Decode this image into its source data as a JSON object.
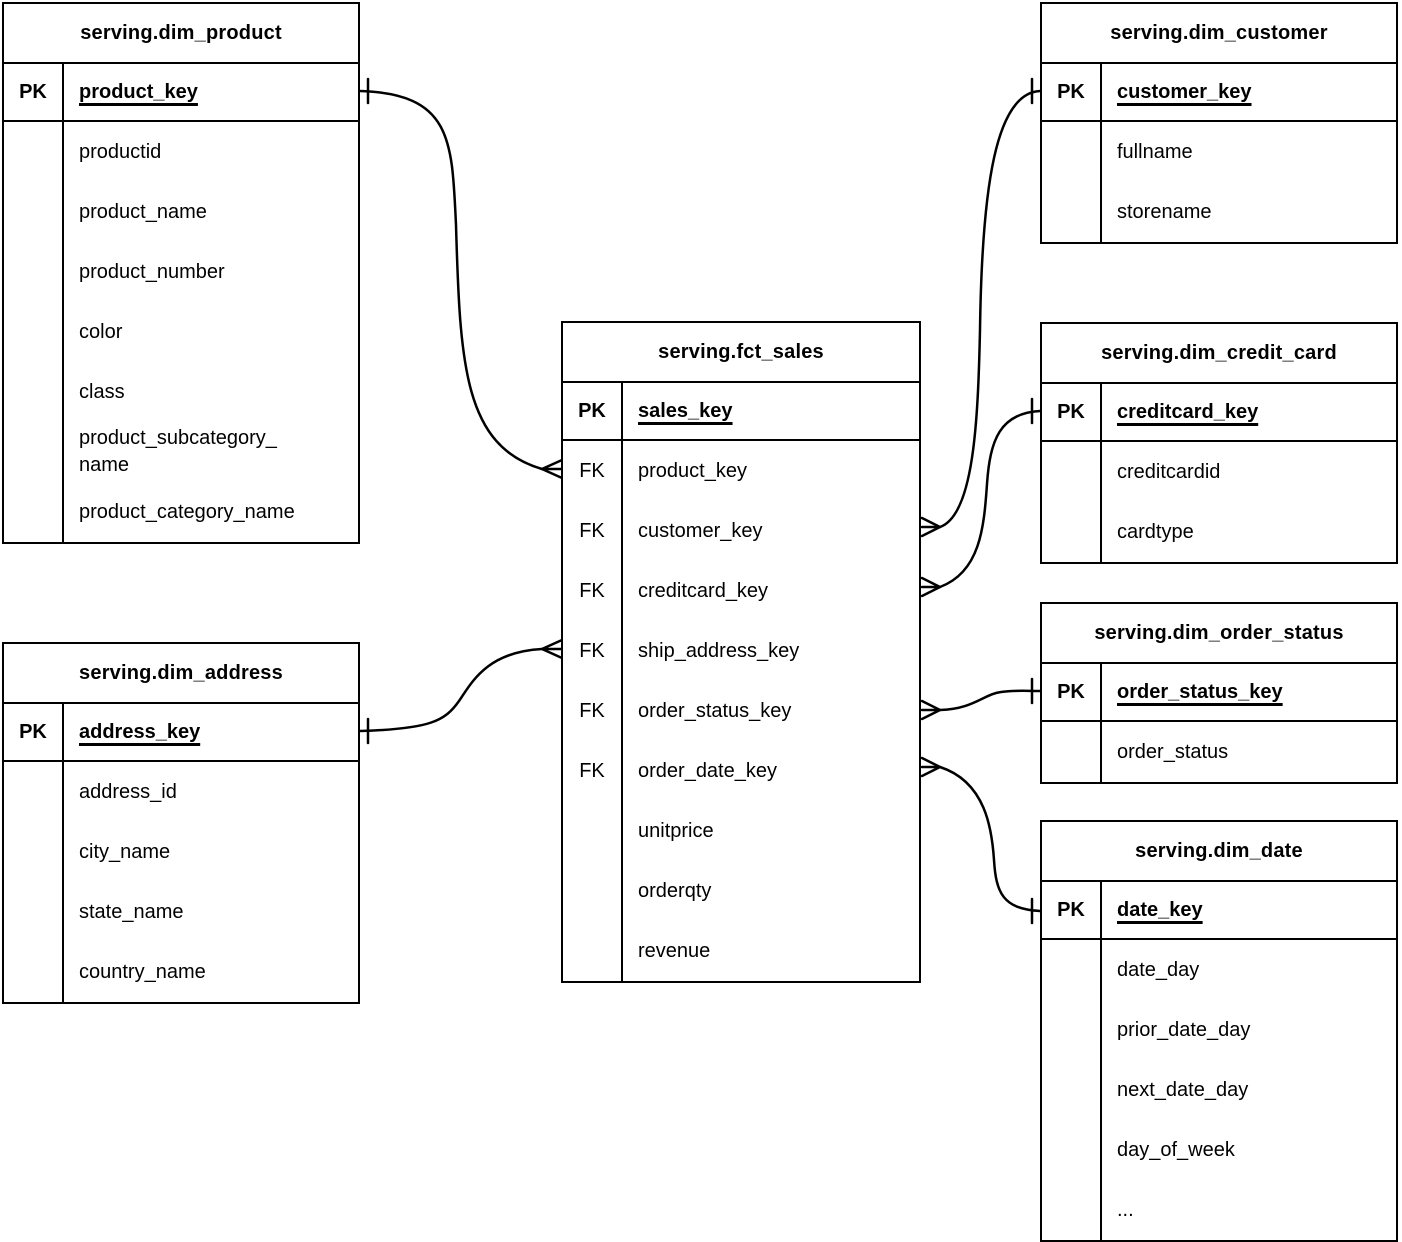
{
  "diagram": {
    "colors": {
      "background": "#ffffff",
      "line": "#000000",
      "text": "#000000"
    },
    "tables": {
      "dim_product": {
        "title": "serving.dim_product",
        "pk_tag": "PK",
        "pk": "product_key",
        "fields": [
          "productid",
          "product_name",
          "product_number",
          "color",
          "class",
          "product_subcategory_\nname",
          "product_category_name"
        ]
      },
      "dim_customer": {
        "title": "serving.dim_customer",
        "pk_tag": "PK",
        "pk": "customer_key",
        "fields": [
          "fullname",
          "storename"
        ]
      },
      "fct_sales": {
        "title": "serving.fct_sales",
        "pk_tag": "PK",
        "pk": "sales_key",
        "fields": [
          {
            "tag": "FK",
            "name": "product_key"
          },
          {
            "tag": "FK",
            "name": "customer_key"
          },
          {
            "tag": "FK",
            "name": "creditcard_key"
          },
          {
            "tag": "FK",
            "name": "ship_address_key"
          },
          {
            "tag": "FK",
            "name": "order_status_key"
          },
          {
            "tag": "FK",
            "name": "order_date_key"
          },
          {
            "tag": "",
            "name": "unitprice"
          },
          {
            "tag": "",
            "name": "orderqty"
          },
          {
            "tag": "",
            "name": "revenue"
          }
        ]
      },
      "dim_credit_card": {
        "title": "serving.dim_credit_card",
        "pk_tag": "PK",
        "pk": "creditcard_key",
        "fields": [
          "creditcardid",
          "cardtype"
        ]
      },
      "dim_order_status": {
        "title": "serving.dim_order_status",
        "pk_tag": "PK",
        "pk": "order_status_key",
        "fields": [
          "order_status"
        ]
      },
      "dim_date": {
        "title": "serving.dim_date",
        "pk_tag": "PK",
        "pk": "date_key",
        "fields": [
          "date_day",
          "prior_date_day",
          "next_date_day",
          "day_of_week",
          "..."
        ]
      },
      "dim_address": {
        "title": "serving.dim_address",
        "pk_tag": "PK",
        "pk": "address_key",
        "fields": [
          "address_id",
          "city_name",
          "state_name",
          "country_name"
        ]
      }
    },
    "relationships": [
      {
        "many": "serving.fct_sales.product_key",
        "one": "serving.dim_product.product_key",
        "cardinality": "many-to-one"
      },
      {
        "many": "serving.fct_sales.customer_key",
        "one": "serving.dim_customer.customer_key",
        "cardinality": "many-to-one"
      },
      {
        "many": "serving.fct_sales.creditcard_key",
        "one": "serving.dim_credit_card.creditcard_key",
        "cardinality": "many-to-one"
      },
      {
        "many": "serving.fct_sales.ship_address_key",
        "one": "serving.dim_address.address_key",
        "cardinality": "many-to-one"
      },
      {
        "many": "serving.fct_sales.order_status_key",
        "one": "serving.dim_order_status.order_status_key",
        "cardinality": "many-to-one"
      },
      {
        "many": "serving.fct_sales.order_date_key",
        "one": "serving.dim_date.date_key",
        "cardinality": "many-to-one"
      }
    ]
  }
}
